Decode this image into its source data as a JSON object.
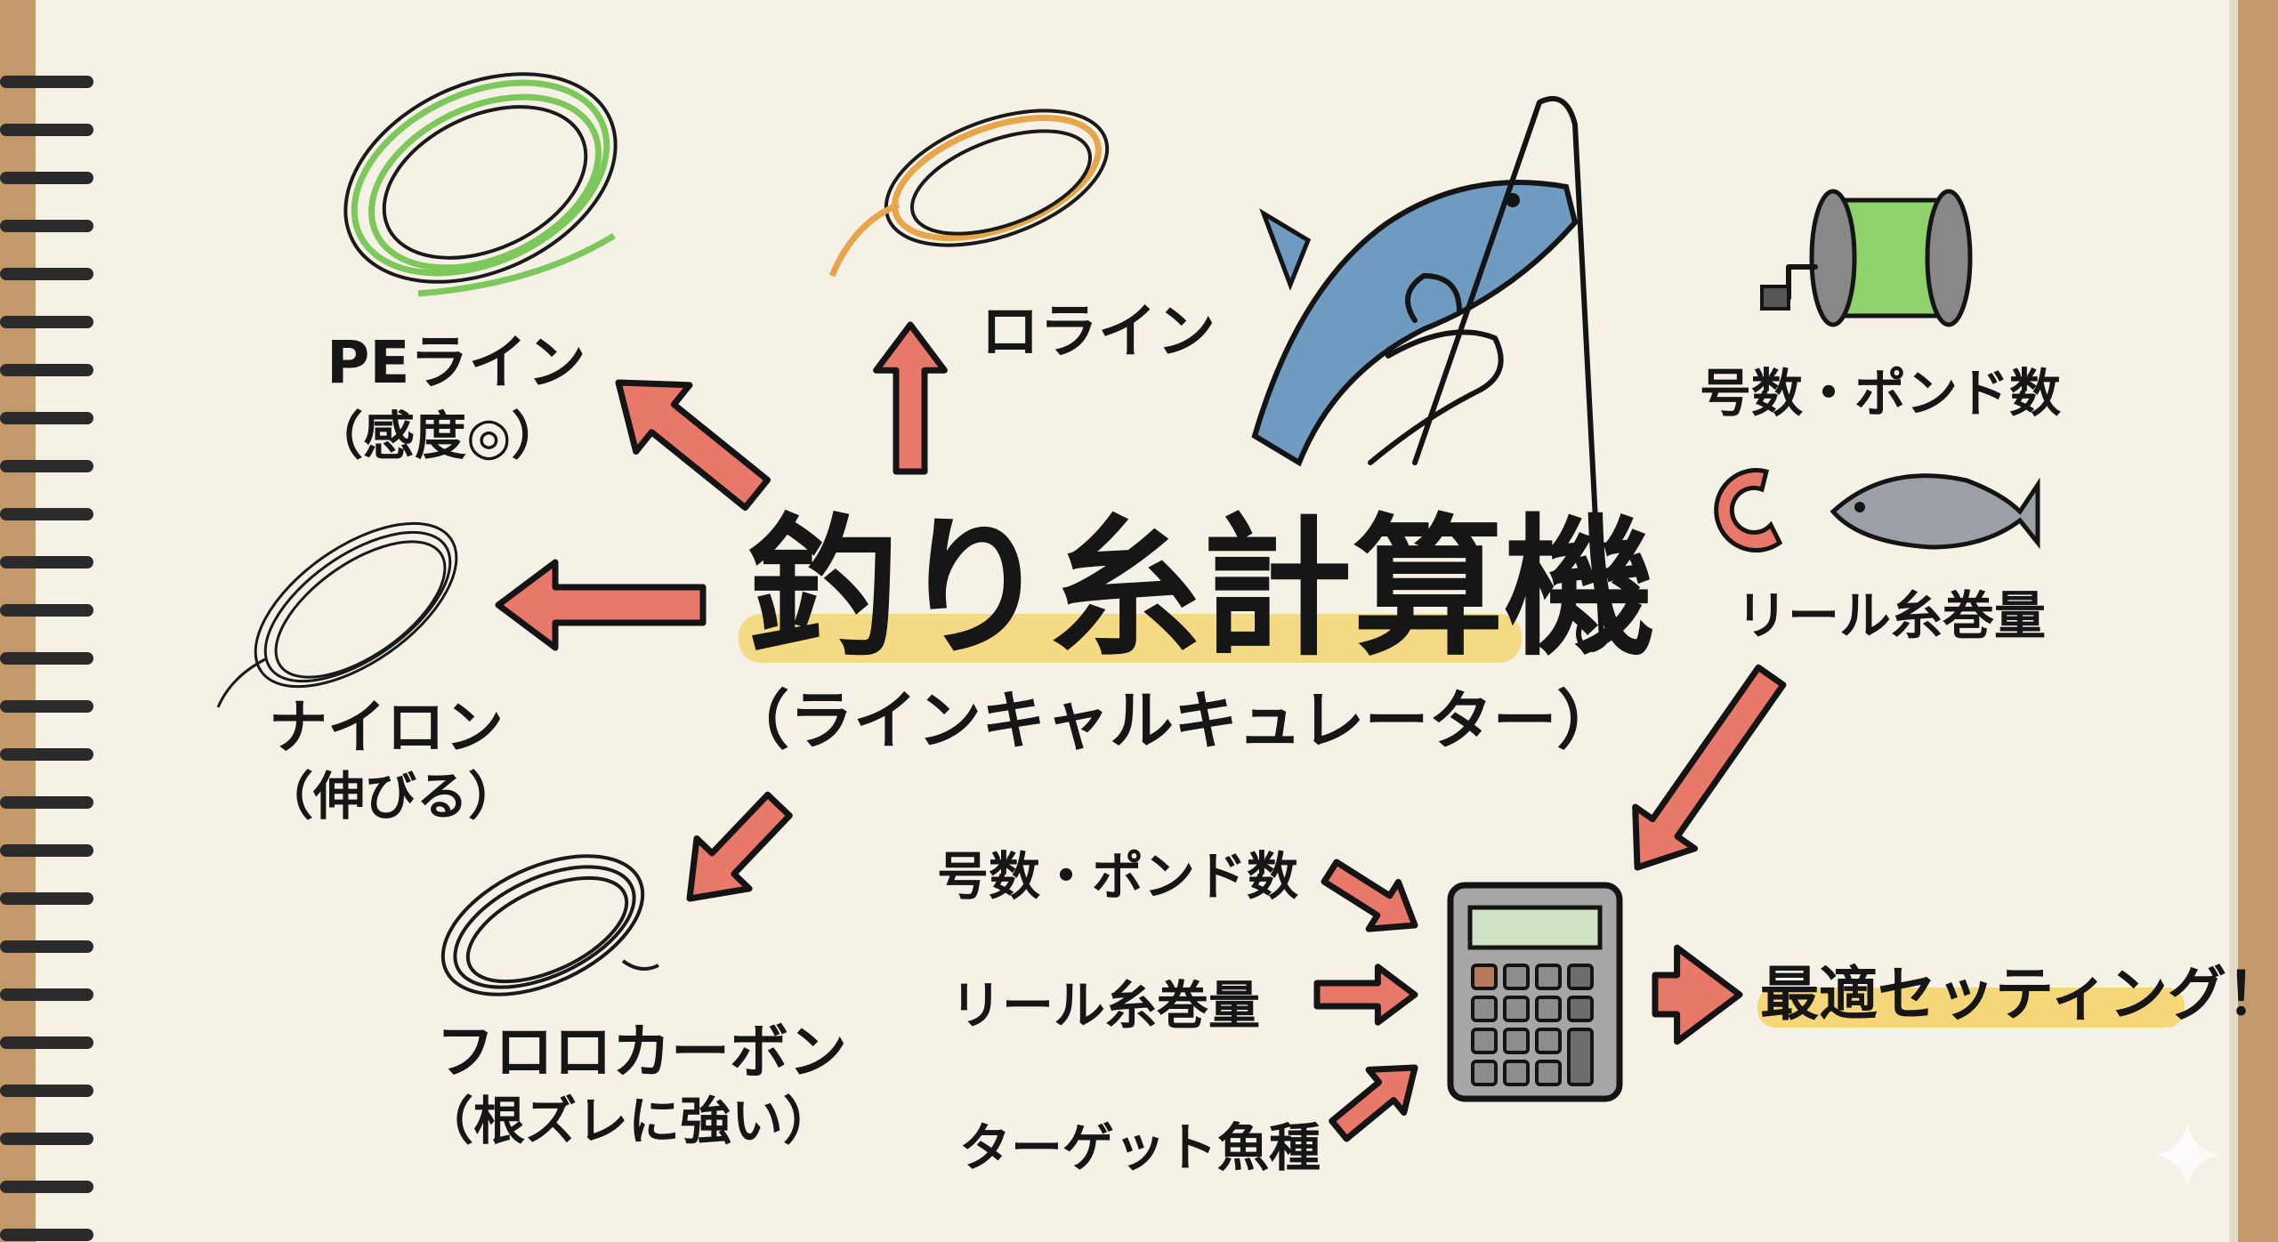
{
  "title": "釣り糸計算機",
  "subtitle": "（ラインキャルキュレーター）",
  "lines": {
    "pe": {
      "name": "PEライン",
      "note": "（感度◎）"
    },
    "ro": {
      "name": "ロライン"
    },
    "nylon": {
      "name": "ナイロン",
      "note": "（伸びる）"
    },
    "fluoro": {
      "name": "フロロカーボン",
      "note": "（根ズレに強い）"
    }
  },
  "right_panel": {
    "spool_label": "号数・ポンド数",
    "reel_label": "リール糸巻量"
  },
  "inputs": [
    "号数・ポンド数",
    "リール糸巻量",
    "ターゲット魚種"
  ],
  "result": "最適セッティング！",
  "colors": {
    "arrow": "#e8786a",
    "highlight": "#f5d77a",
    "paper": "#f6f1e6",
    "pe_line": "#7cc85a",
    "ro_line": "#e7a64a",
    "fish": "#6f9bc0"
  }
}
